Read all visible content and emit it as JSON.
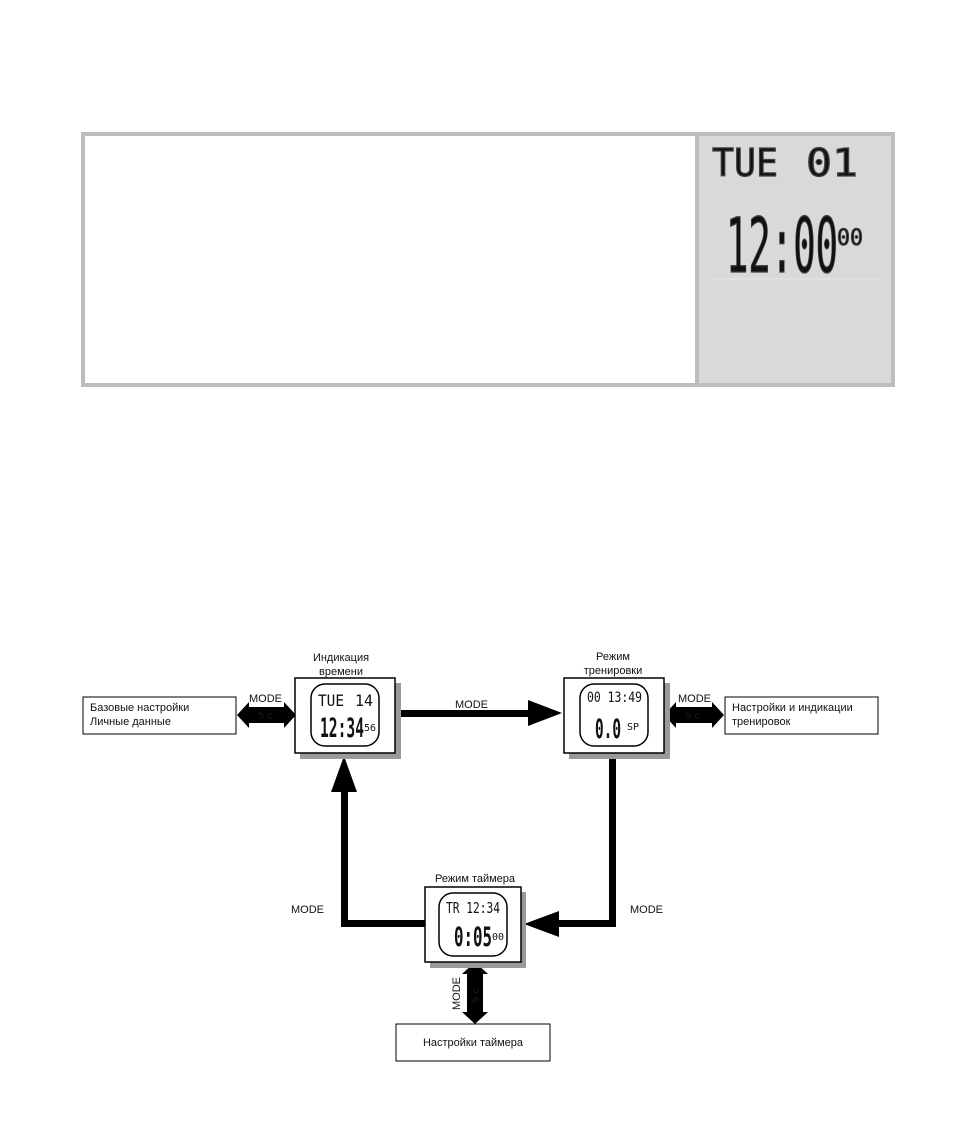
{
  "display_panel": {
    "day": "TUE",
    "date": "01",
    "time": "12:00",
    "seconds": "00"
  },
  "nodes": {
    "time": {
      "title_line1": "Индикация",
      "title_line2": "времени",
      "lcd_day": "TUE",
      "lcd_date": "14",
      "lcd_time": "12:34",
      "lcd_sec": "56"
    },
    "training": {
      "title_line1": "Режим",
      "title_line2": "тренировки",
      "lcd_top": "00 13:49",
      "lcd_value": "0.0",
      "lcd_unit": "SP"
    },
    "timer": {
      "title": "Режим таймера",
      "lcd_top": "TR 12:34",
      "lcd_time": "0:05",
      "lcd_sec": "00"
    }
  },
  "side_boxes": {
    "basic_line1": "Базовые настройки",
    "basic_line2": "Личные данные",
    "training_settings_line1": "Настройки и индикации",
    "training_settings_line2": "тренировок",
    "timer_settings": "Настройки таймера"
  },
  "arrows": {
    "mode": "MODE",
    "hold": "5 с"
  }
}
